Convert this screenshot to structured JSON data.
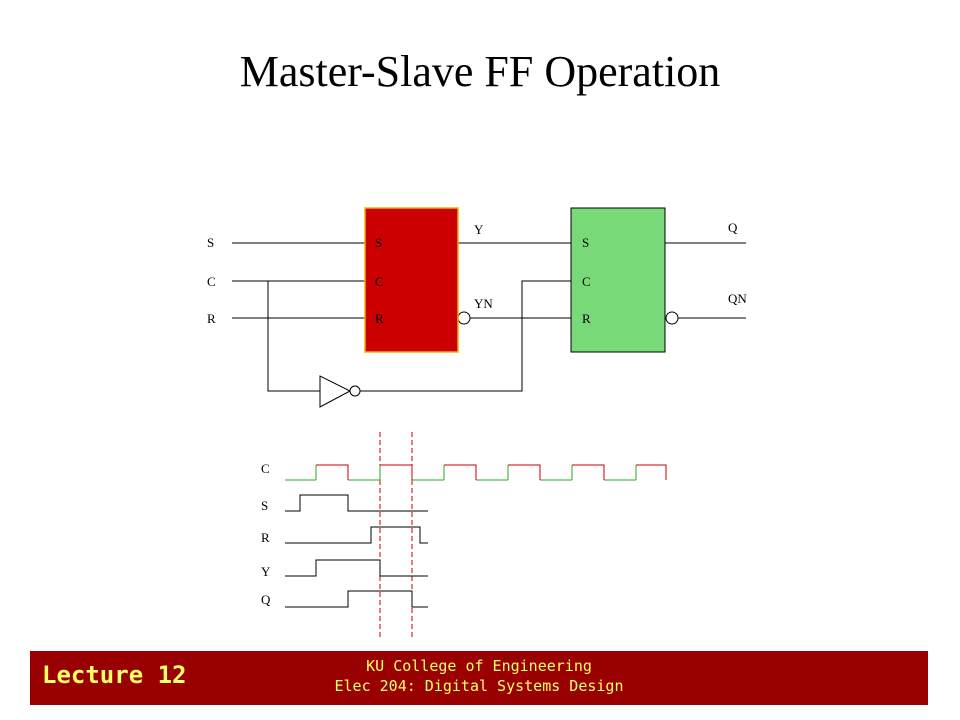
{
  "slide": {
    "title": "Master-Slave FF Operation",
    "footer": {
      "lecture": "Lecture 12",
      "line1": "KU College of Engineering",
      "line2": "Elec 204: Digital Systems Design"
    }
  },
  "circuit": {
    "inputs": [
      "S",
      "C",
      "R"
    ],
    "master": {
      "pins": [
        "S",
        "C",
        "R"
      ],
      "color": "#cc0000"
    },
    "slave": {
      "pins": [
        "S",
        "C",
        "R"
      ],
      "color": "#77d977"
    },
    "outputs": {
      "master_y": "Y",
      "master_yn": "YN",
      "slave_q": "Q",
      "slave_qn": "QN"
    }
  },
  "timing": {
    "signals": [
      "C",
      "S",
      "R",
      "Y",
      "Q"
    ],
    "clock_high_color": "#cc0000",
    "clock_low_color": "#22aa22",
    "marker_color": "#cc0000"
  }
}
